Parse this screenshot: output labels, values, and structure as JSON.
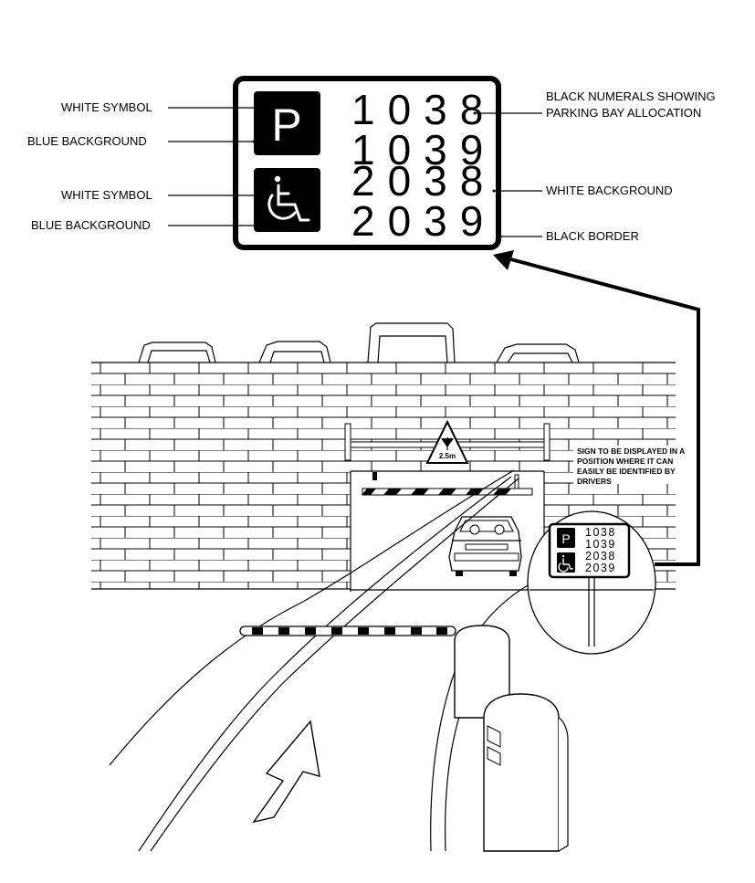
{
  "sign": {
    "bays": [
      "1038",
      "1039",
      "2038",
      "2039"
    ],
    "parking_symbol": "P",
    "colors": {
      "border": "#000000",
      "background": "#ffffff",
      "symbol_panel": "#000000",
      "symbol": "#ffffff"
    }
  },
  "callouts": {
    "white_symbol_1": "WHITE SYMBOL",
    "blue_background_1": "BLUE BACKGROUND",
    "white_symbol_2": "WHITE SYMBOL",
    "blue_background_2": "BLUE BACKGROUND",
    "numerals_line1": "BLACK NUMERALS SHOWING",
    "numerals_line2": "PARKING BAY ALLOCATION",
    "white_background": "WHITE BACKGROUND",
    "black_border": "BLACK BORDER"
  },
  "scene": {
    "height_sign": "2.5m",
    "note_lines": [
      "SIGN TO BE DISPLAYED IN A",
      "POSITION WHERE IT CAN",
      "EASILY BE IDENTIFIED BY",
      "DRIVERS"
    ]
  },
  "icons": [
    "parking-icon",
    "wheelchair-icon",
    "up-arrow-icon",
    "car-icon",
    "barrier-arm",
    "ticket-machine"
  ]
}
